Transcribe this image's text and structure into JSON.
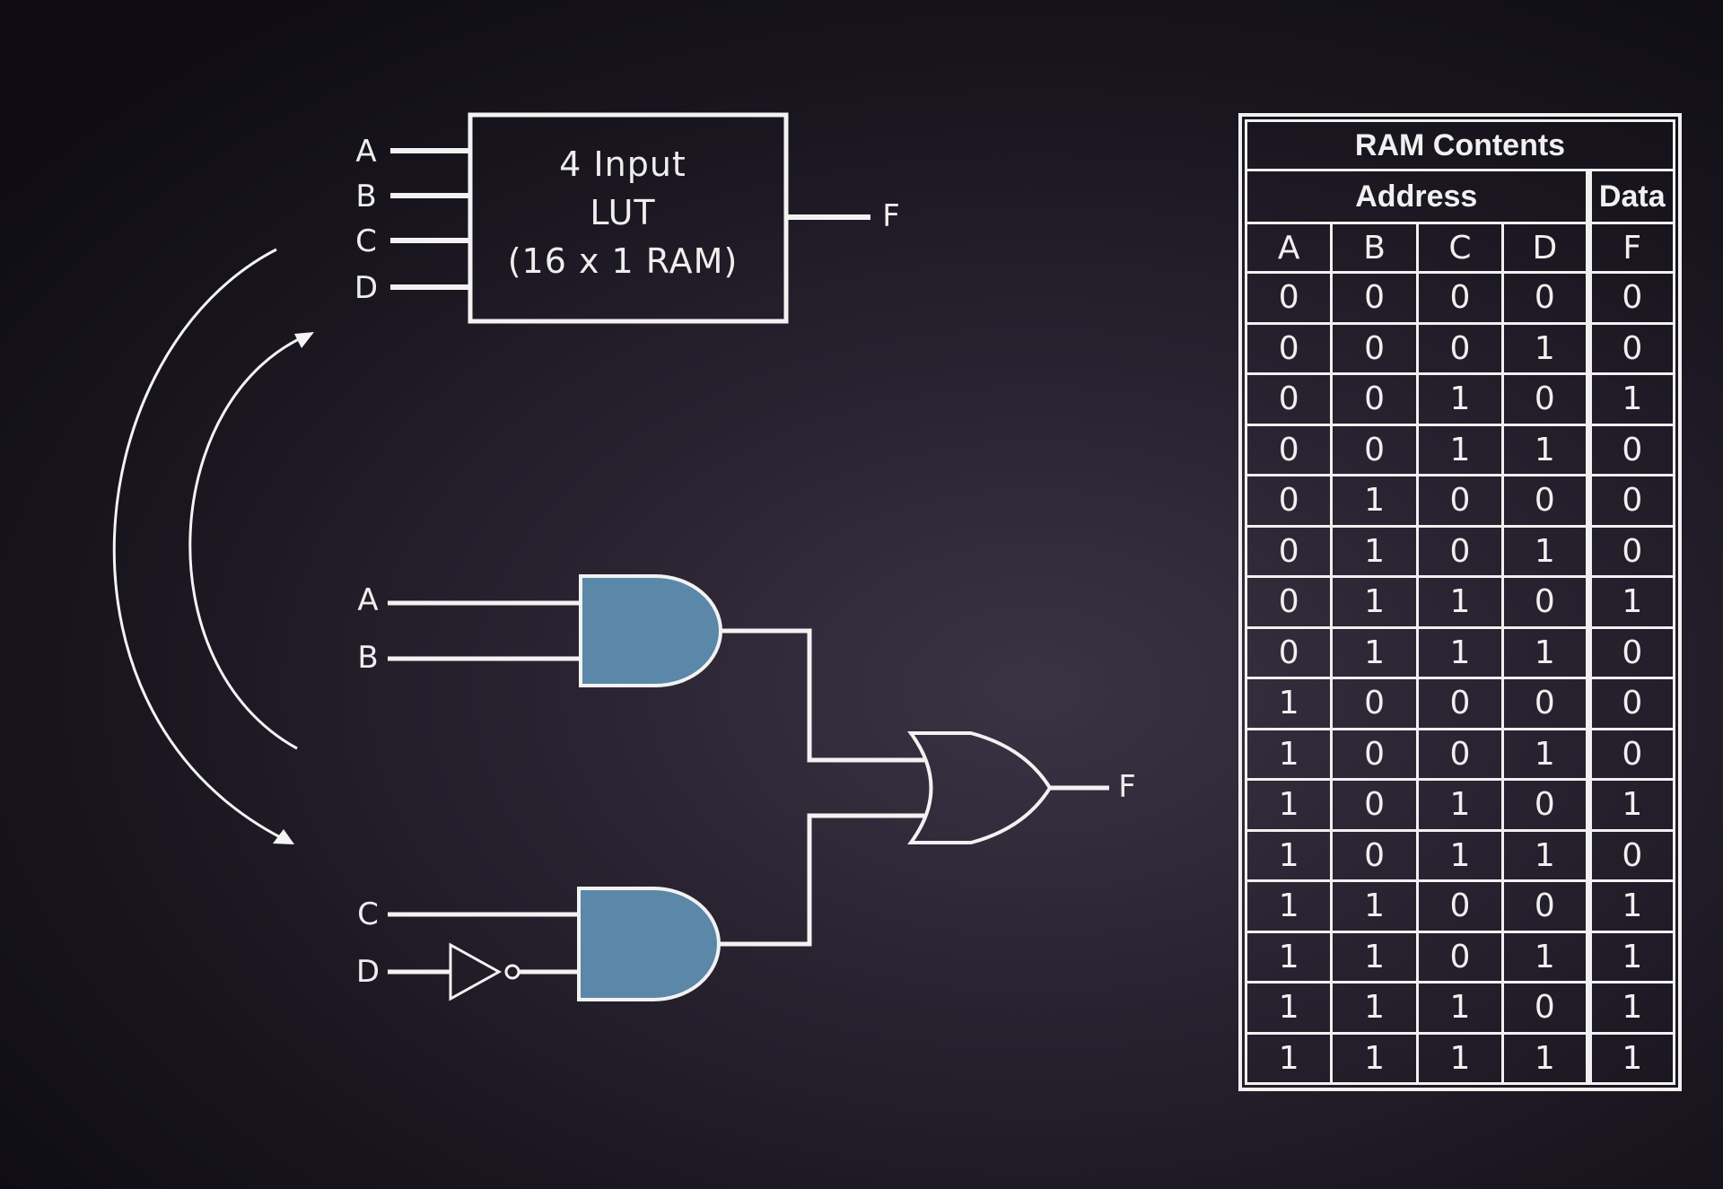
{
  "lut": {
    "title_line1": "4 Input",
    "title_line2": "LUT",
    "title_line3": "(16 x 1 RAM)",
    "inputs": [
      "A",
      "B",
      "C",
      "D"
    ],
    "output": "F"
  },
  "gates": {
    "inputs": [
      "A",
      "B",
      "C",
      "D"
    ],
    "output": "F"
  },
  "ram_table": {
    "title": "RAM Contents",
    "address_header": "Address",
    "data_header": "Data",
    "columns": [
      "A",
      "B",
      "C",
      "D",
      "F"
    ],
    "rows": [
      [
        "0",
        "0",
        "0",
        "0",
        "0"
      ],
      [
        "0",
        "0",
        "0",
        "1",
        "0"
      ],
      [
        "0",
        "0",
        "1",
        "0",
        "1"
      ],
      [
        "0",
        "0",
        "1",
        "1",
        "0"
      ],
      [
        "0",
        "1",
        "0",
        "0",
        "0"
      ],
      [
        "0",
        "1",
        "0",
        "1",
        "0"
      ],
      [
        "0",
        "1",
        "1",
        "0",
        "1"
      ],
      [
        "0",
        "1",
        "1",
        "1",
        "0"
      ],
      [
        "1",
        "0",
        "0",
        "0",
        "0"
      ],
      [
        "1",
        "0",
        "0",
        "1",
        "0"
      ],
      [
        "1",
        "0",
        "1",
        "0",
        "1"
      ],
      [
        "1",
        "0",
        "1",
        "1",
        "0"
      ],
      [
        "1",
        "1",
        "0",
        "0",
        "1"
      ],
      [
        "1",
        "1",
        "0",
        "1",
        "1"
      ],
      [
        "1",
        "1",
        "1",
        "0",
        "1"
      ],
      [
        "1",
        "1",
        "1",
        "1",
        "1"
      ]
    ]
  },
  "colors": {
    "and_gate_fill": "#5b87a8",
    "line": "#f2f2f2"
  }
}
